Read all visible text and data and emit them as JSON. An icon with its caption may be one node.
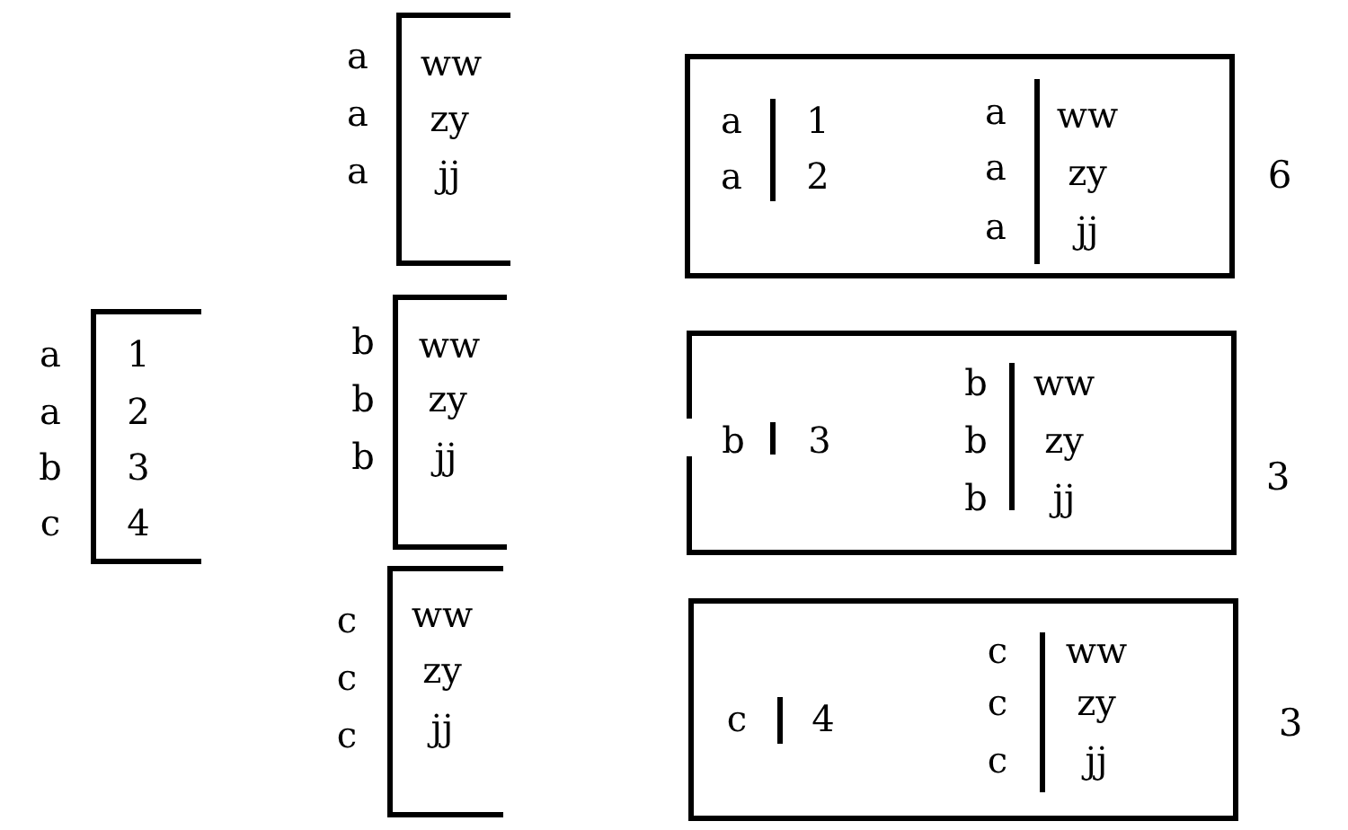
{
  "diagram": {
    "nodes": [
      {
        "text": [
          "a",
          "1",
          "a",
          "2",
          "b",
          "3",
          "c",
          "4"
        ]
      },
      {
        "text": [
          "a",
          "ww",
          "a",
          "zy",
          "a",
          "jj"
        ]
      },
      {
        "text": [
          "b",
          "ww",
          "b",
          "zy",
          "b",
          "jj"
        ]
      },
      {
        "text": [
          "c",
          "ww",
          "c",
          "zy",
          "c",
          "jj"
        ]
      },
      {
        "text": [
          "a",
          "1",
          "a",
          "2",
          "a",
          "ww",
          "a",
          "zy",
          "a",
          "jj"
        ],
        "beside": [
          "6"
        ]
      },
      {
        "text": [
          "b",
          "3",
          "b",
          "ww",
          "b",
          "zy",
          "b",
          "jj"
        ],
        "beside": [
          "3"
        ]
      },
      {
        "text": [
          "c",
          "4",
          "c",
          "ww",
          "c",
          "zy",
          "c",
          "jj"
        ],
        "beside": [
          "3"
        ]
      }
    ]
  }
}
